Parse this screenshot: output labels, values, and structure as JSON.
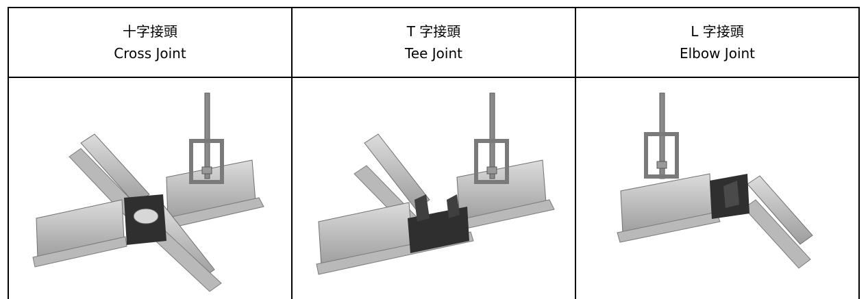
{
  "columns": [
    {
      "zh": "十字接頭",
      "en": "Cross Joint",
      "illustration": "cross-joint-illustration"
    },
    {
      "zh": "T 字接頭",
      "en": "Tee Joint",
      "illustration": "tee-joint-illustration"
    },
    {
      "zh": "L 字接頭",
      "en": "Elbow Joint",
      "illustration": "elbow-joint-illustration"
    }
  ],
  "colors": {
    "border": "#000000",
    "rail_light": "#cfcfcf",
    "rail_mid": "#a9a9a9",
    "rail_dark": "#7c7c7c",
    "connector": "#2d2d2d"
  }
}
